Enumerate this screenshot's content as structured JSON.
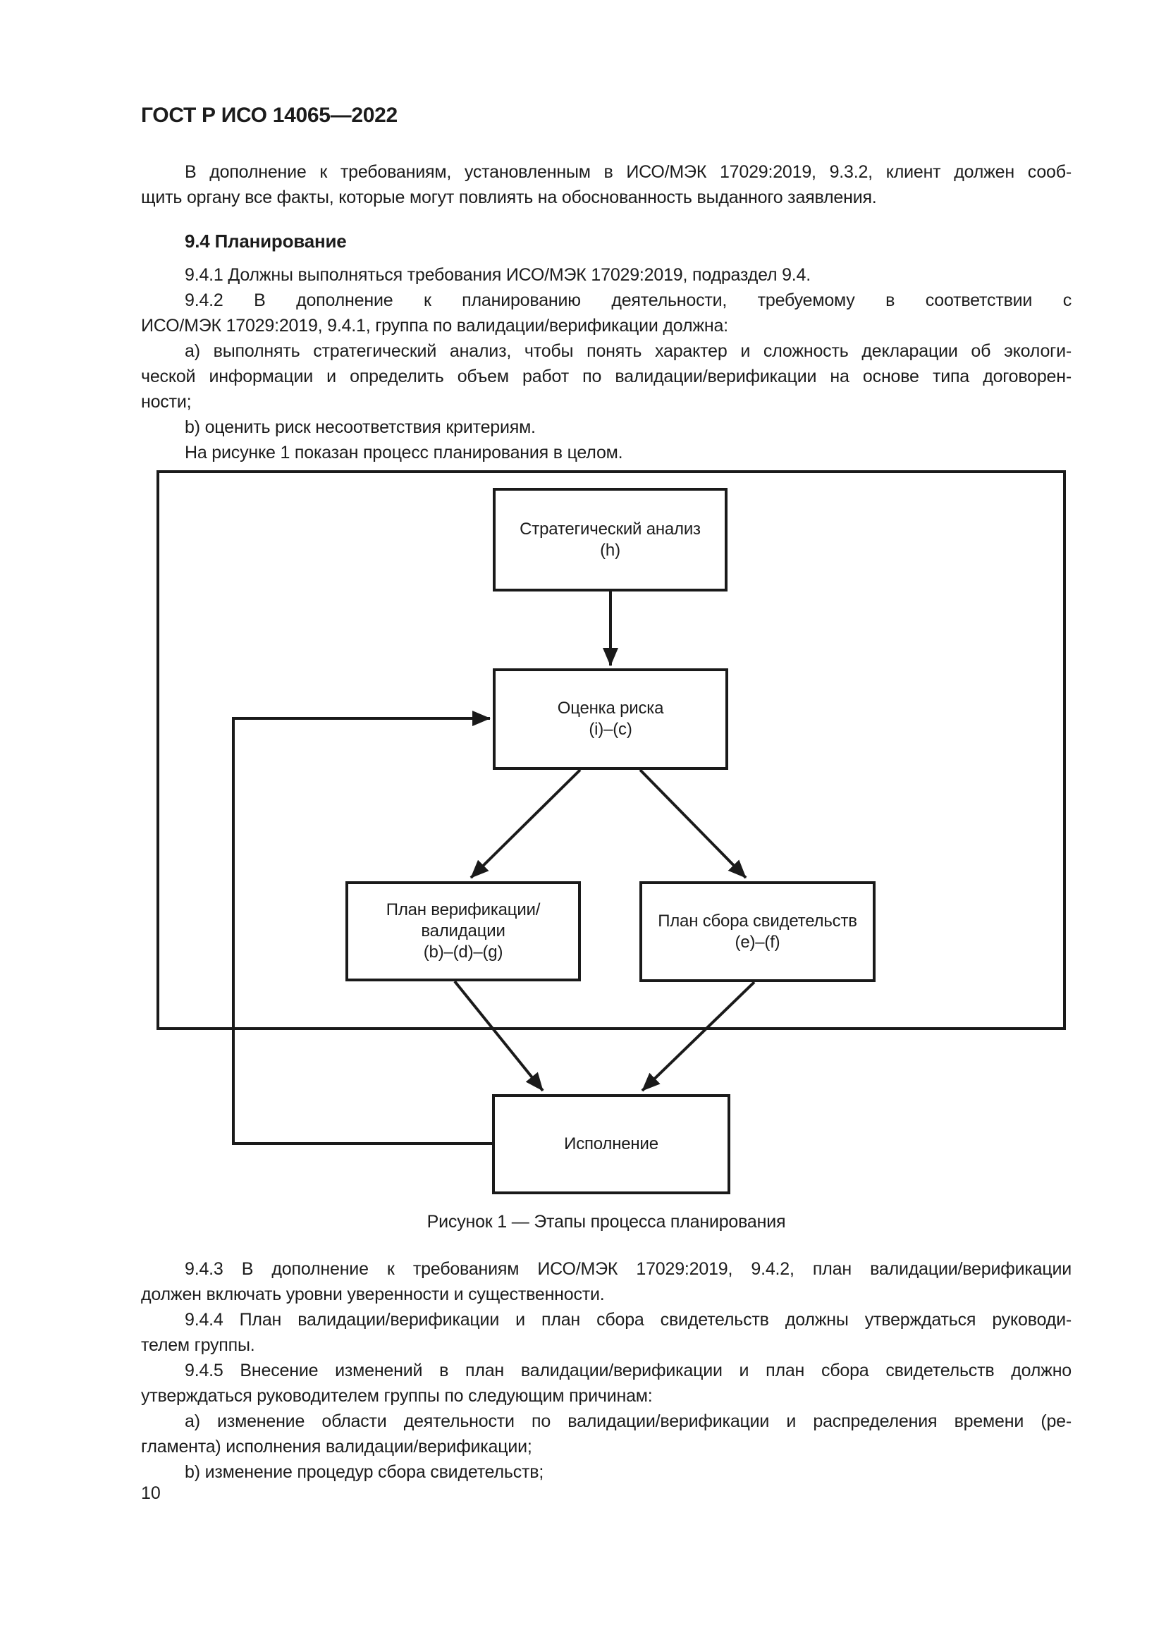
{
  "page": {
    "header": "ГОСТ Р ИСО 14065—2022",
    "page_number": "10"
  },
  "intro": {
    "lines": [
      "В дополнение к требованиям, установленным в ИСО/МЭК 17029:2019, 9.3.2, клиент должен сооб-",
      "щить органу все факты, которые могут повлиять на обоснованность выданного заявления."
    ]
  },
  "section": {
    "heading": "9.4 Планирование",
    "p941": {
      "lines": [
        "9.4.1 Должны выполняться требования ИСО/МЭК 17029:2019, подраздел 9.4."
      ]
    },
    "p942": {
      "lines": [
        "9.4.2 В дополнение к планированию деятельности, требуемому в соответствии с",
        "ИСО/МЭК 17029:2019, 9.4.1, группа по валидации/верификации должна:"
      ]
    },
    "item_a": {
      "lines": [
        "a) выполнять стратегический анализ, чтобы понять характер и сложность декларации об экологи-",
        "ческой информации и определить объем работ по валидации/верификации на основе типа договорен-",
        "ности;"
      ]
    },
    "item_b": {
      "lines": [
        "b) оценить риск несоответствия критериям."
      ]
    },
    "figure_intro": {
      "lines": [
        "На рисунке 1 показан процесс планирования в целом."
      ]
    }
  },
  "figure": {
    "caption": "Рисунок 1 — Этапы процесса планирования",
    "boxes": {
      "strategic": {
        "lines": [
          "Стратегический анализ",
          "(h)"
        ]
      },
      "risk": {
        "lines": [
          "Оценка риска",
          "(i)–(c)"
        ]
      },
      "plan_vv": {
        "lines": [
          "План верификации/",
          "валидации",
          "(b)–(d)–(g)"
        ]
      },
      "plan_evidence": {
        "lines": [
          "План сбора свидетельств",
          "(e)–(f)"
        ]
      },
      "execution": {
        "lines": [
          "Исполнение"
        ]
      }
    }
  },
  "after_figure": {
    "p943": {
      "lines": [
        "9.4.3 В дополнение к требованиям ИСО/МЭК 17029:2019, 9.4.2, план валидации/верификации",
        "должен включать уровни уверенности и существенности."
      ]
    },
    "p944": {
      "lines": [
        "9.4.4 План валидации/верификации и план сбора свидетельств должны утверждаться руководи-",
        "телем группы."
      ]
    },
    "p945": {
      "lines": [
        "9.4.5 Внесение изменений в план валидации/верификации и план сбора свидетельств должно",
        "утверждаться руководителем группы по следующим причинам:"
      ]
    },
    "item_a": {
      "lines": [
        "a) изменение области деятельности по валидации/верификации и распределения времени (ре-",
        "гламента) исполнения валидации/верификации;"
      ]
    },
    "item_b": {
      "lines": [
        "b) изменение процедур сбора свидетельств;"
      ]
    }
  },
  "colors": {
    "ink": "#1c1c1c",
    "line": "#1a1a1a",
    "paper": "#ffffff"
  }
}
